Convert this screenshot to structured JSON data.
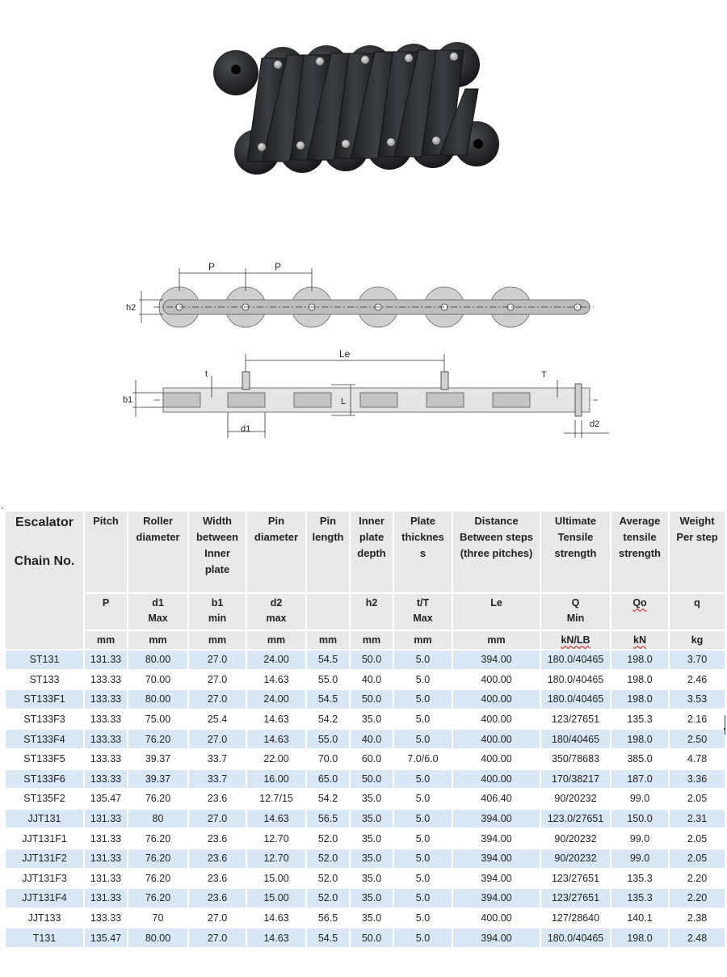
{
  "table": {
    "headers": [
      {
        "title": [
          "Escalator",
          "",
          "Chain No."
        ],
        "sym": "",
        "unit": ""
      },
      {
        "title": [
          "Pitch"
        ],
        "sym": [
          "P"
        ],
        "unit": "mm"
      },
      {
        "title": [
          "Roller",
          "diameter"
        ],
        "sym": [
          "d1",
          "Max"
        ],
        "unit": "mm"
      },
      {
        "title": [
          "Width",
          "between",
          "Inner",
          "plate"
        ],
        "sym": [
          "b1",
          "min"
        ],
        "unit": "mm"
      },
      {
        "title": [
          "Pin",
          "diameter"
        ],
        "sym": [
          "d2",
          "max"
        ],
        "unit": "mm"
      },
      {
        "title": [
          "Pin",
          "length"
        ],
        "sym": [
          ""
        ],
        "unit": "mm"
      },
      {
        "title": [
          "Inner",
          "plate",
          "depth"
        ],
        "sym": [
          "h2"
        ],
        "unit": "mm"
      },
      {
        "title": [
          "Plate",
          "thicknes",
          "s"
        ],
        "sym": [
          "t/T",
          "Max"
        ],
        "unit": "mm"
      },
      {
        "title": [
          "Distance",
          "Between steps",
          "(three pitches)"
        ],
        "sym": [
          "Le"
        ],
        "unit": "mm"
      },
      {
        "title": [
          "Ultimate",
          "Tensile",
          "strength"
        ],
        "sym": [
          "Q",
          "Min"
        ],
        "unit": "kN/LB"
      },
      {
        "title": [
          "Average",
          "tensile",
          "strength"
        ],
        "sym": [
          "Qo"
        ],
        "unit": "kN"
      },
      {
        "title": [
          "Weight",
          "Per step"
        ],
        "sym": [
          "q"
        ],
        "unit": "kg"
      }
    ],
    "rows": [
      [
        "ST131",
        "131.33",
        "80.00",
        "27.0",
        "24.00",
        "54.5",
        "50.0",
        "5.0",
        "394.00",
        "180.0/40465",
        "198.0",
        "3.70"
      ],
      [
        "ST133",
        "133.33",
        "70.00",
        "27.0",
        "14.63",
        "55.0",
        "40.0",
        "5.0",
        "400.00",
        "180.0/40465",
        "198.0",
        "2.46"
      ],
      [
        "ST133F1",
        "133.33",
        "80.00",
        "27.0",
        "24.00",
        "54.5",
        "50.0",
        "5.0",
        "400.00",
        "180.0/40465",
        "198.0",
        "3.53"
      ],
      [
        "ST133F3",
        "133.33",
        "75.00",
        "25.4",
        "14.63",
        "54.2",
        "35.0",
        "5.0",
        "400.00",
        "123/27651",
        "135.3",
        "2.16"
      ],
      [
        "ST133F4",
        "133.33",
        "76.20",
        "27.0",
        "14.63",
        "55.0",
        "40.0",
        "5.0",
        "400.00",
        "180/40465",
        "198.0",
        "2.50"
      ],
      [
        "ST133F5",
        "133.33",
        "39.37",
        "33.7",
        "22.00",
        "70.0",
        "60.0",
        "7.0/6.0",
        "400.00",
        "350/78683",
        "385.0",
        "4.78"
      ],
      [
        "ST133F6",
        "133.33",
        "39.37",
        "33.7",
        "16.00",
        "65.0",
        "50.0",
        "5.0",
        "400.00",
        "170/38217",
        "187.0",
        "3.36"
      ],
      [
        "ST135F2",
        "135.47",
        "76.20",
        "23.6",
        "12.7/15",
        "54.2",
        "35.0",
        "5.0",
        "406.40",
        "90/20232",
        "99.0",
        "2.05"
      ],
      [
        "JJT131",
        "131.33",
        "80",
        "27.0",
        "14.63",
        "56.5",
        "35.0",
        "5.0",
        "394.00",
        "123.0/27651",
        "150.0",
        "2.31"
      ],
      [
        "JJT131F1",
        "131.33",
        "76.20",
        "23.6",
        "12.70",
        "52.0",
        "35.0",
        "5.0",
        "394.00",
        "90/20232",
        "99.0",
        "2.05"
      ],
      [
        "JJT131F2",
        "131.33",
        "76.20",
        "23.6",
        "12.70",
        "52.0",
        "35.0",
        "5.0",
        "394.00",
        "90/20232",
        "99.0",
        "2.05"
      ],
      [
        "JJT131F3",
        "131.33",
        "76.20",
        "23.6",
        "15.00",
        "52.0",
        "35.0",
        "5.0",
        "394.00",
        "123/27651",
        "135.3",
        "2.20"
      ],
      [
        "JJT131F4",
        "131.33",
        "76.20",
        "23.6",
        "15.00",
        "52.0",
        "35.0",
        "5.0",
        "394.00",
        "123/27651",
        "135.3",
        "2.20"
      ],
      [
        "JJT133",
        "133.33",
        "70",
        "27.0",
        "14.63",
        "56.5",
        "35.0",
        "5.0",
        "400.00",
        "127/28640",
        "140.1",
        "2.38"
      ],
      [
        "T131",
        "135.47",
        "80.00",
        "27.0",
        "14.63",
        "54.5",
        "50.0",
        "5.0",
        "394.00",
        "180.0/40465",
        "198.0",
        "2.48"
      ]
    ]
  },
  "diagram": {
    "labels": {
      "p": "P",
      "h2": "h2",
      "le": "Le",
      "t_small": "t",
      "t_big": "T",
      "b1": "b1",
      "l": "L",
      "d1": "d1",
      "d2": "d2"
    }
  },
  "colors": {
    "row_alt": "#d9e6f4",
    "header_bg": "#e8e8e8",
    "chain_dark": "#2a2c30"
  }
}
